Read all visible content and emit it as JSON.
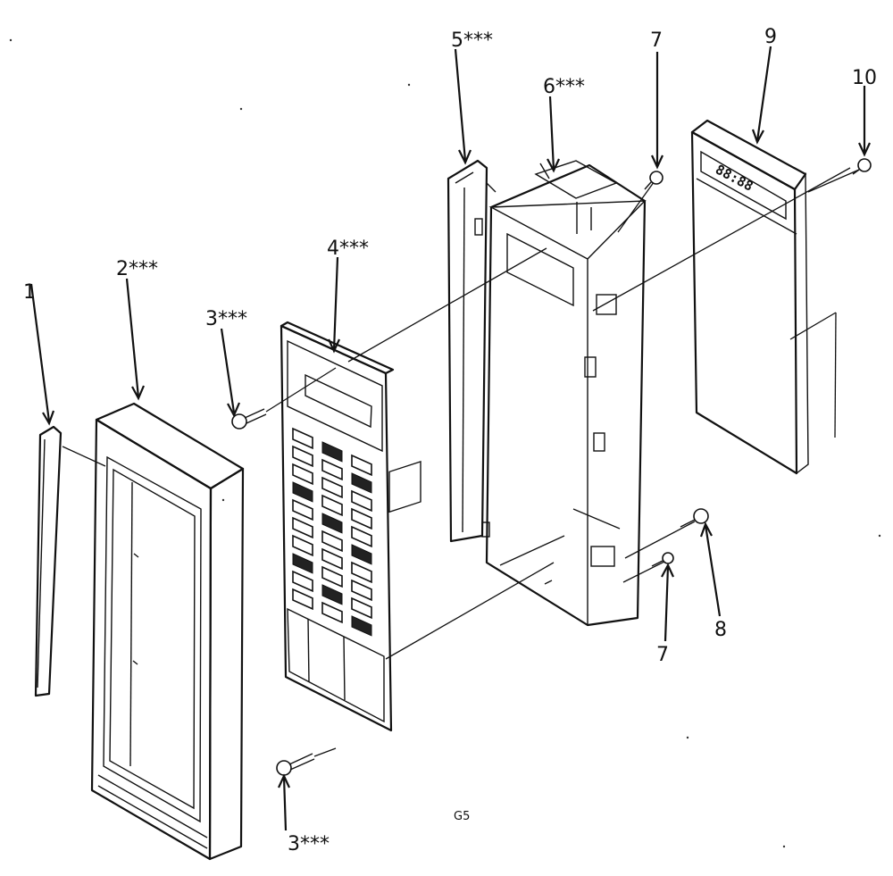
{
  "callouts": {
    "c1": "1",
    "c2": "2***",
    "c3a": "3***",
    "c3b": "3***",
    "c4": "4***",
    "c5": "5***",
    "c6": "6***",
    "c7a": "7",
    "c7b": "7",
    "c8": "8",
    "c9": "9",
    "c10": "10"
  },
  "display_readout": "88:88",
  "drawing_code": "G5"
}
